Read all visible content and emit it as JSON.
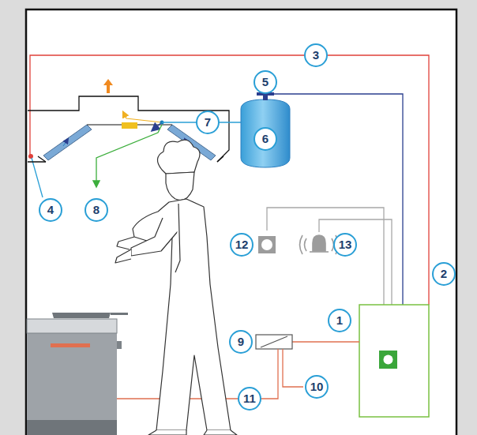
{
  "diagram": {
    "labels": [
      "3",
      "5",
      "7",
      "6",
      "4",
      "8",
      "12",
      "13",
      "2",
      "1",
      "9",
      "11",
      "10"
    ]
  }
}
